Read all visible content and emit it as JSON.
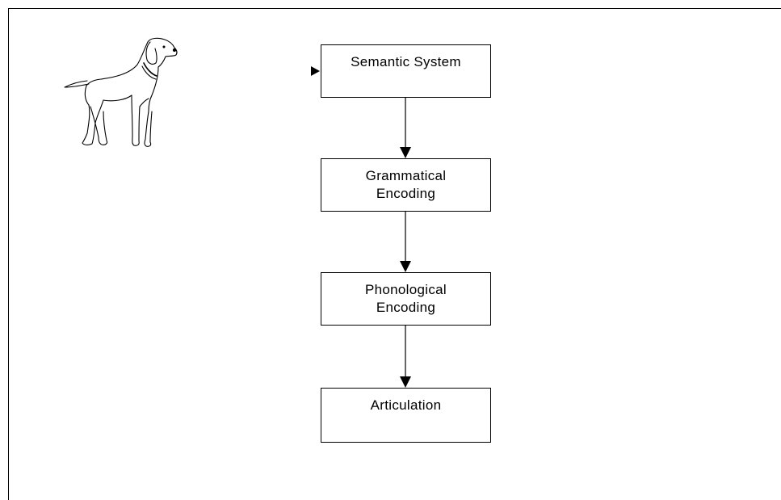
{
  "diagram": {
    "stages": [
      {
        "id": "semantic",
        "label": "Semantic System"
      },
      {
        "id": "grammatical",
        "label": "Grammatical\nEncoding"
      },
      {
        "id": "phonological",
        "label": "Phonological\nEncoding"
      },
      {
        "id": "articulation",
        "label": "Articulation"
      }
    ],
    "input_icon": "dog-icon",
    "line_color": "#000000"
  }
}
